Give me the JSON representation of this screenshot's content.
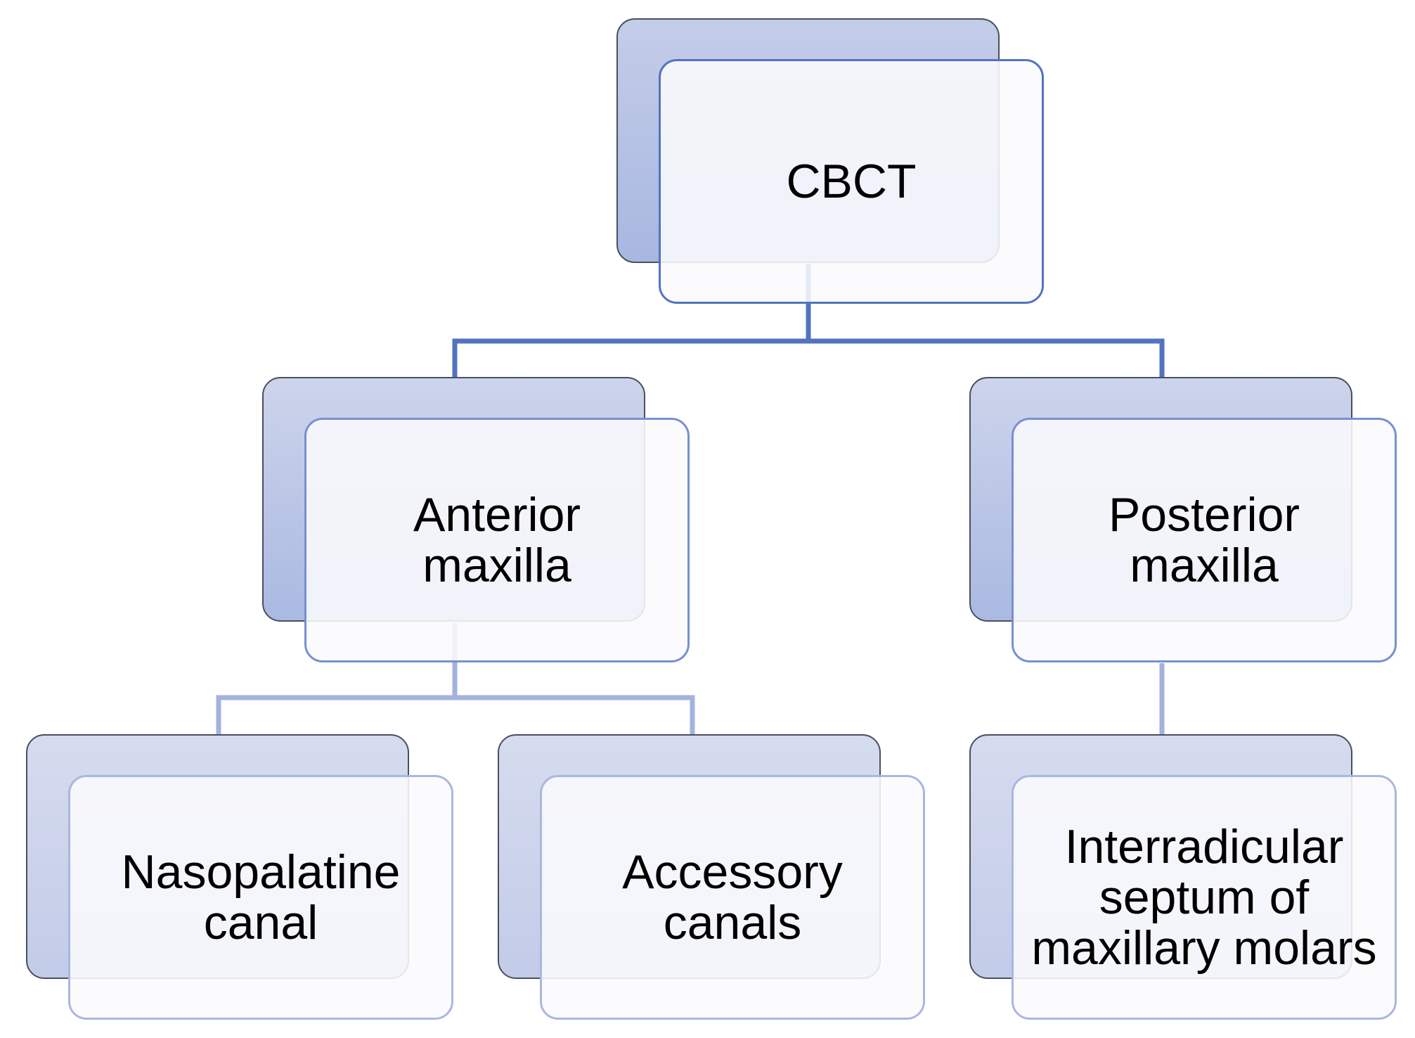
{
  "diagram": {
    "root": {
      "label": "CBCT"
    },
    "branches": [
      {
        "label": "Anterior\nmaxilla"
      },
      {
        "label": "Posterior\nmaxilla"
      }
    ],
    "leaves": [
      {
        "label": "Nasopalatine\ncanal"
      },
      {
        "label": "Accessory\ncanals"
      },
      {
        "label": "Interradicular\nseptum of\nmaxillary molars"
      }
    ],
    "colors": {
      "root_line": "#5273bf",
      "branch_line": "#9fb0dc",
      "text": "#000000"
    }
  }
}
